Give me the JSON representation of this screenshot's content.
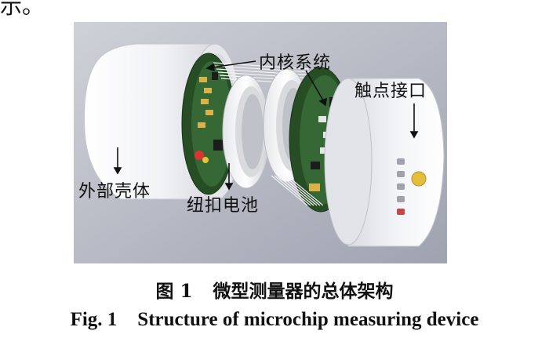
{
  "top_text": "示。",
  "labels": {
    "core": "内核系统",
    "contacts": "触点接口",
    "shell": "外部壳体",
    "battery": "纽扣电池"
  },
  "caption_cn": {
    "number": "图 1",
    "title": "微型测量器的总体架构"
  },
  "caption_en": {
    "number": "Fig. 1",
    "title": "Structure of microchip measuring device"
  },
  "colors": {
    "background": "#b9bcc6",
    "pcb": "#2f5a2c",
    "gold": "#d9b24a",
    "shell": "#eceef3",
    "blue_chip": "#6a98d8"
  }
}
